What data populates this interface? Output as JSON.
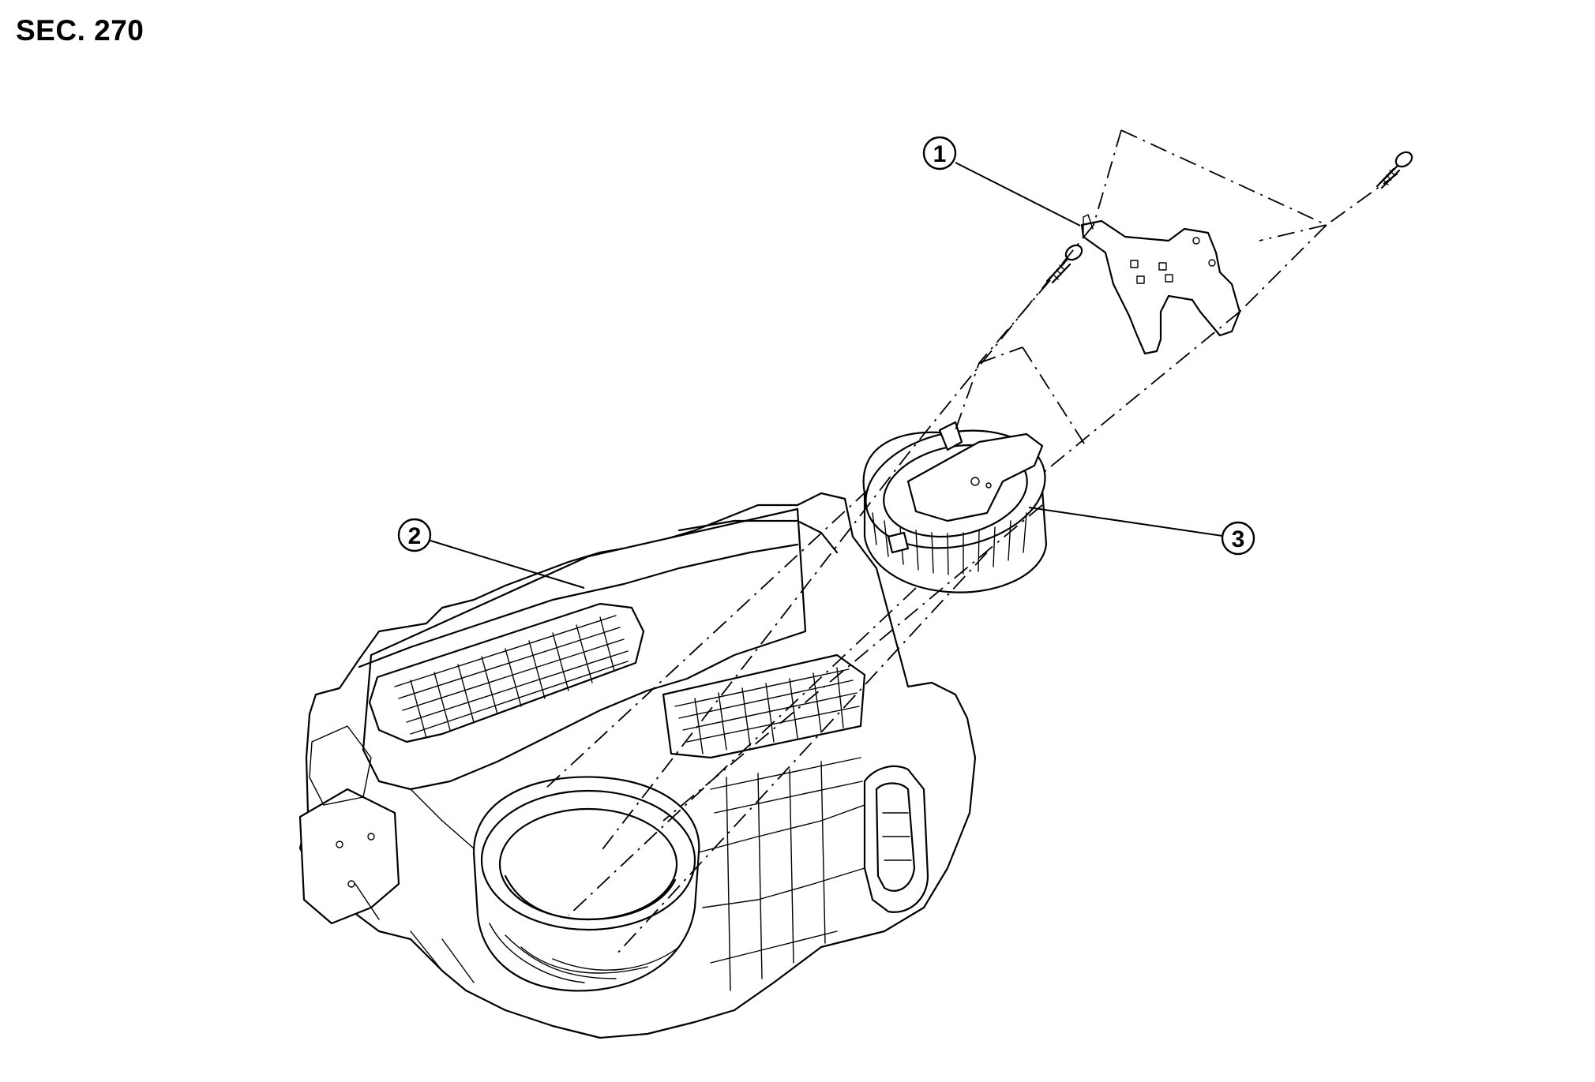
{
  "section": {
    "label": "SEC. 270"
  },
  "callouts": [
    {
      "id": "callout-1",
      "number": "1"
    },
    {
      "id": "callout-2",
      "number": "2"
    },
    {
      "id": "callout-3",
      "number": "3"
    }
  ],
  "colors": {
    "ink": "#000000",
    "background": "#ffffff"
  }
}
